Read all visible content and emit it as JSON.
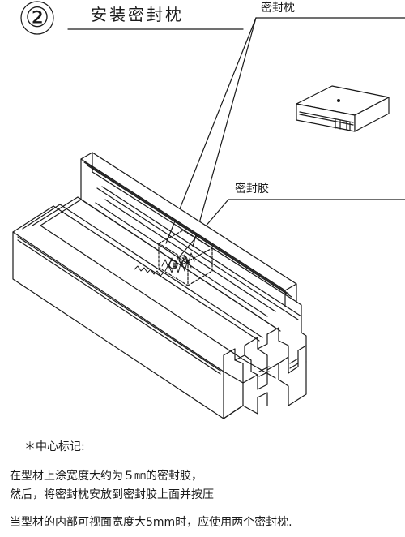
{
  "header": {
    "step_number": "②",
    "title": "安装密封枕"
  },
  "callouts": {
    "pillow": "密封枕",
    "sealant": "密封胶"
  },
  "notes": {
    "heading": "＊中心标记:",
    "lines": [
      "在型材上涂宽度大约为５㎜的密封胶，",
      "然后，将密封枕安放到密封胶上面并按压",
      "当型材的内部可视面宽度大5mm时，应使用两个密封枕."
    ]
  },
  "colors": {
    "line": "#1a1a1a",
    "background": "#ffffff"
  }
}
